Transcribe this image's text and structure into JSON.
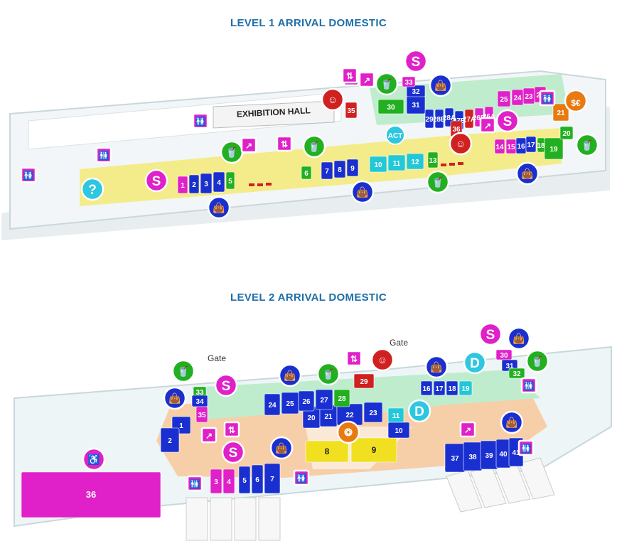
{
  "titles": {
    "level1": "LEVEL 1 ARRIVAL DOMESTIC",
    "level2": "LEVEL 2 ARRIVAL DOMESTIC"
  },
  "colors": {
    "yellow_area": "#f4ec8a",
    "green_area": "#bfeccd",
    "orange_area": "#f6cfa8",
    "magenta": "#e020c8",
    "blue": "#1a2fd0",
    "green": "#22b020",
    "cyan": "#22c8d8",
    "red": "#d02020",
    "orange": "#e87a10",
    "yellow_store": "#f0e020"
  },
  "level1": {
    "exhibition_hall": "EXHIBITION HALL",
    "act_label": "ACT",
    "stores": [
      {
        "label": "1",
        "color": "magenta"
      },
      {
        "label": "2",
        "color": "blue"
      },
      {
        "label": "3",
        "color": "blue"
      },
      {
        "label": "4",
        "color": "blue"
      },
      {
        "label": "5",
        "color": "green"
      },
      {
        "label": "6",
        "color": "green"
      },
      {
        "label": "7",
        "color": "blue"
      },
      {
        "label": "8",
        "color": "blue"
      },
      {
        "label": "9",
        "color": "blue"
      },
      {
        "label": "10",
        "color": "cyan"
      },
      {
        "label": "11",
        "color": "cyan"
      },
      {
        "label": "12",
        "color": "cyan"
      },
      {
        "label": "13",
        "color": "green"
      },
      {
        "label": "14",
        "color": "magenta"
      },
      {
        "label": "15",
        "color": "magenta"
      },
      {
        "label": "16",
        "color": "blue"
      },
      {
        "label": "17",
        "color": "blue"
      },
      {
        "label": "18",
        "color": "green"
      },
      {
        "label": "19",
        "color": "green"
      },
      {
        "label": "20",
        "color": "green"
      },
      {
        "label": "21",
        "color": "orange"
      },
      {
        "label": "22",
        "color": "magenta"
      },
      {
        "label": "23",
        "color": "magenta"
      },
      {
        "label": "24",
        "color": "magenta"
      },
      {
        "label": "25",
        "color": "magenta"
      },
      {
        "label": "26A",
        "color": "magenta"
      },
      {
        "label": "26B",
        "color": "magenta"
      },
      {
        "label": "27A",
        "color": "red"
      },
      {
        "label": "27B",
        "color": "blue"
      },
      {
        "label": "28A",
        "color": "blue"
      },
      {
        "label": "28B",
        "color": "blue"
      },
      {
        "label": "29",
        "color": "blue"
      },
      {
        "label": "30",
        "color": "green"
      },
      {
        "label": "31",
        "color": "blue"
      },
      {
        "label": "32",
        "color": "blue"
      },
      {
        "label": "33",
        "color": "magenta"
      },
      {
        "label": "35",
        "color": "red"
      },
      {
        "label": "36",
        "color": "red"
      }
    ],
    "icons": [
      {
        "type": "restroom-icon"
      },
      {
        "type": "restroom-icon"
      },
      {
        "type": "restroom-icon"
      },
      {
        "type": "restroom-icon"
      },
      {
        "type": "restroom-icon"
      },
      {
        "type": "information-icon",
        "letter": "?"
      },
      {
        "type": "shop-icon",
        "letter": "S"
      },
      {
        "type": "shop-icon",
        "letter": "S"
      },
      {
        "type": "shop-icon",
        "letter": "S"
      },
      {
        "type": "luggage-icon"
      },
      {
        "type": "luggage-icon"
      },
      {
        "type": "luggage-icon"
      },
      {
        "type": "luggage-icon"
      },
      {
        "type": "food-icon"
      },
      {
        "type": "food-icon"
      },
      {
        "type": "food-icon"
      },
      {
        "type": "food-icon"
      },
      {
        "type": "food-icon"
      },
      {
        "type": "escalator-icon"
      },
      {
        "type": "escalator-icon"
      },
      {
        "type": "escalator-icon"
      },
      {
        "type": "elevator-icon"
      },
      {
        "type": "elevator-icon"
      },
      {
        "type": "service-desk-icon"
      },
      {
        "type": "service-desk-icon"
      },
      {
        "type": "currency-exchange-icon",
        "letter": "$€"
      }
    ]
  },
  "level2": {
    "gate_label": "Gate",
    "stores": [
      {
        "label": "1",
        "color": "blue"
      },
      {
        "label": "2",
        "color": "blue"
      },
      {
        "label": "3",
        "color": "magenta"
      },
      {
        "label": "4",
        "color": "magenta"
      },
      {
        "label": "5",
        "color": "blue"
      },
      {
        "label": "6",
        "color": "blue"
      },
      {
        "label": "7",
        "color": "blue"
      },
      {
        "label": "8",
        "color": "yellow_store"
      },
      {
        "label": "9",
        "color": "yellow_store"
      },
      {
        "label": "10",
        "color": "blue"
      },
      {
        "label": "11",
        "color": "cyan"
      },
      {
        "label": "16",
        "color": "blue"
      },
      {
        "label": "17",
        "color": "blue"
      },
      {
        "label": "18",
        "color": "blue"
      },
      {
        "label": "19",
        "color": "cyan"
      },
      {
        "label": "20",
        "color": "blue"
      },
      {
        "label": "21",
        "color": "blue"
      },
      {
        "label": "22",
        "color": "blue"
      },
      {
        "label": "23",
        "color": "blue"
      },
      {
        "label": "24",
        "color": "blue"
      },
      {
        "label": "25",
        "color": "blue"
      },
      {
        "label": "26",
        "color": "blue"
      },
      {
        "label": "27",
        "color": "blue"
      },
      {
        "label": "28",
        "color": "green"
      },
      {
        "label": "29",
        "color": "red"
      },
      {
        "label": "30",
        "color": "magenta"
      },
      {
        "label": "31",
        "color": "blue"
      },
      {
        "label": "32",
        "color": "green"
      },
      {
        "label": "33",
        "color": "green"
      },
      {
        "label": "34",
        "color": "blue"
      },
      {
        "label": "35",
        "color": "magenta"
      },
      {
        "label": "36",
        "color": "magenta"
      },
      {
        "label": "37",
        "color": "blue"
      },
      {
        "label": "38",
        "color": "blue"
      },
      {
        "label": "39",
        "color": "blue"
      },
      {
        "label": "40",
        "color": "blue"
      },
      {
        "label": "41",
        "color": "blue"
      }
    ],
    "icons": [
      {
        "type": "food-icon"
      },
      {
        "type": "food-icon"
      },
      {
        "type": "food-icon"
      },
      {
        "type": "luggage-icon"
      },
      {
        "type": "luggage-icon"
      },
      {
        "type": "luggage-icon"
      },
      {
        "type": "luggage-icon"
      },
      {
        "type": "luggage-icon"
      },
      {
        "type": "luggage-icon"
      },
      {
        "type": "shop-icon",
        "letter": "S"
      },
      {
        "type": "shop-icon",
        "letter": "S"
      },
      {
        "type": "shop-icon",
        "letter": "S"
      },
      {
        "type": "duty-free-icon",
        "letter": "D"
      },
      {
        "type": "duty-free-icon",
        "letter": "D"
      },
      {
        "type": "elevator-icon"
      },
      {
        "type": "elevator-icon"
      },
      {
        "type": "escalator-icon"
      },
      {
        "type": "escalator-icon"
      },
      {
        "type": "service-desk-icon"
      },
      {
        "type": "restaurant-icon"
      },
      {
        "type": "restroom-icon"
      },
      {
        "type": "restroom-icon"
      },
      {
        "type": "restroom-icon"
      },
      {
        "type": "restroom-icon"
      },
      {
        "type": "accessibility-icon"
      }
    ]
  }
}
